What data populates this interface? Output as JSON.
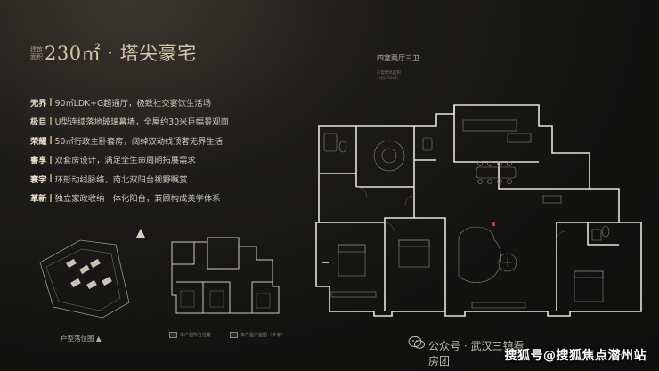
{
  "header": {
    "title_prefix": "建筑面积",
    "title": "230㎡ · 塔尖豪宅"
  },
  "features": [
    {
      "key": "无界",
      "text": "90㎡LDK+G超通厅，极致社交宴饮生活场"
    },
    {
      "key": "极目",
      "text": "U型连续落地玻璃幕墙，全屋约30米巨幅景观面"
    },
    {
      "key": "荣耀",
      "text": "50㎡行政主卧套房，阔绰双动线顶奢无界生活"
    },
    {
      "key": "書享",
      "text": "双套房设计，满足全生命周期拓展需求"
    },
    {
      "key": "寰宇",
      "text": "环形动线脉络，南北双阳台视野瞩赏"
    },
    {
      "key": "革新",
      "text": "独立家政收纳一体化阳台，兼顾构成美学体系"
    }
  ],
  "plan": {
    "label": "四室两厅三卫",
    "sub1": "户型建筑面积",
    "sub2": "（约230㎡）"
  },
  "mini": {
    "label": "户型落位图 ▲",
    "legend1": "本户型所在位置",
    "legend2": "本户型户型图（参考）"
  },
  "watermark": "公众号 · 武汉三镇看房团",
  "footer": "搜狐号@搜狐焦点潜州站",
  "colors": {
    "accent": "#a38c63",
    "bg": "#121211",
    "wall": "#e8e2d6"
  },
  "icons": {
    "wechat": "wechat-icon"
  }
}
